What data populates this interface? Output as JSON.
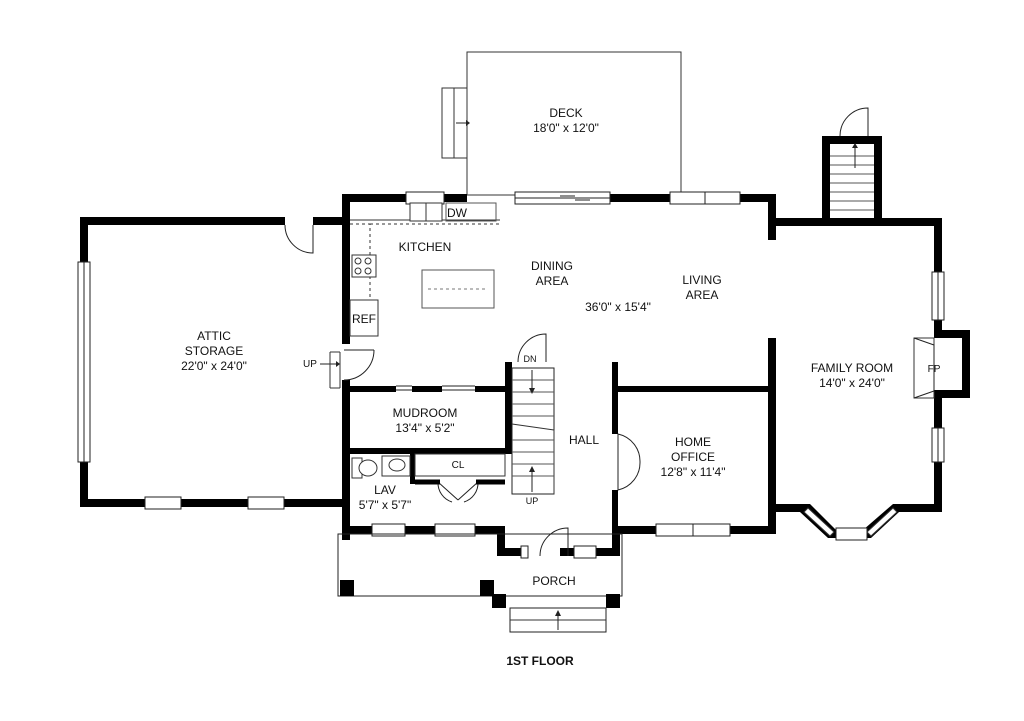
{
  "floor_label": "1ST FLOOR",
  "rooms": {
    "deck": {
      "name": "DECK",
      "dims": "18'0\" x 12'0\""
    },
    "kitchen": {
      "name": "KITCHEN",
      "dw": "DW",
      "ref": "REF"
    },
    "dining": {
      "name1": "DINING",
      "name2": "AREA"
    },
    "open_dims": "36'0\" x 15'4\"",
    "living": {
      "name1": "LIVING",
      "name2": "AREA"
    },
    "attic": {
      "name1": "ATTIC",
      "name2": "STORAGE",
      "dims": "22'0\" x 24'0\"",
      "up": "UP"
    },
    "family": {
      "name": "FAMILY ROOM",
      "dims": "14'0\" x 24'0\"",
      "fp": "FP"
    },
    "mudroom": {
      "name": "MUDROOM",
      "dims": "13'4\" x 5'2\""
    },
    "hall": {
      "name": "HALL",
      "dn": "DN",
      "up": "UP"
    },
    "office": {
      "name1": "HOME",
      "name2": "OFFICE",
      "dims": "12'8\" x 11'4\""
    },
    "lav": {
      "name": "LAV",
      "dims": "5'7\" x 5'7\"",
      "cl": "CL"
    },
    "porch": {
      "name": "PORCH"
    }
  }
}
